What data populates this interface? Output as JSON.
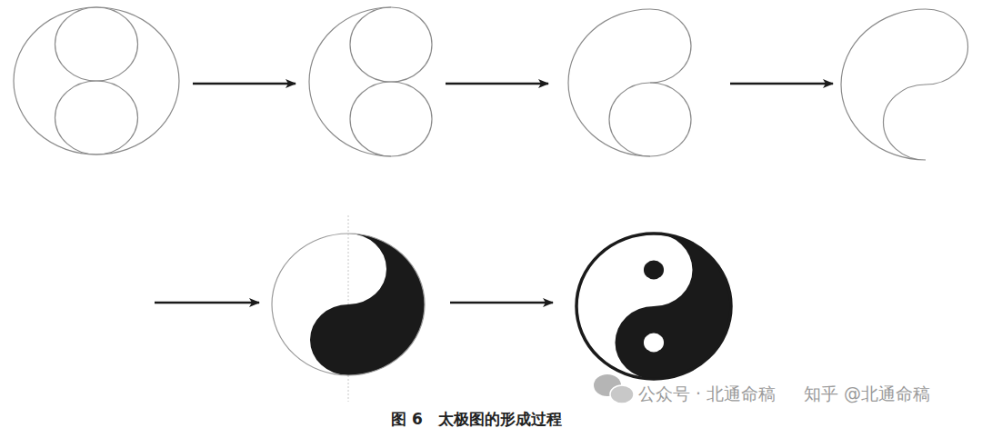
{
  "diagram": {
    "caption": "图 6　太极图的形成过程",
    "labels": [
      "公众号 · 北通命稿",
      "知乎 @北通命稿"
    ]
  }
}
